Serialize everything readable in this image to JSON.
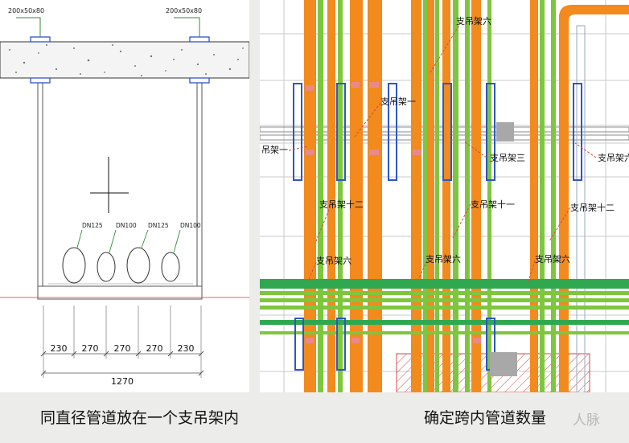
{
  "left_drawing": {
    "anchor_labels": [
      "200x50x80",
      "200x50x80"
    ],
    "pipe_labels": [
      "DN125",
      "DN100",
      "DN125",
      "DN100"
    ],
    "segment_dims": [
      "230",
      "270",
      "270",
      "270",
      "230"
    ],
    "total_dim": "1270"
  },
  "right_drawing": {
    "labels": {
      "top": "支吊架六",
      "support_one": "支吊架一",
      "hanger_one": "吊架一",
      "support_three": "支吊架三",
      "support_six_right": "支吊架六",
      "twelve_left": "支吊架十二",
      "eleven": "支吊架十一",
      "twelve_right": "支吊架十二",
      "six_left": "支吊架六",
      "six_mid": "支吊架六",
      "six_right": "支吊架六"
    },
    "colors": {
      "orange_pipe": "#f28a1e",
      "green_pipe": "#7ec63e",
      "green_band": "#2fa84f",
      "cad_blue": "#2f55c6",
      "hatch": "#d64a4a"
    }
  },
  "captions": {
    "left": "同直径管道放在一个支吊架内",
    "right": "确定跨内管道数量"
  },
  "watermark": "人脉"
}
